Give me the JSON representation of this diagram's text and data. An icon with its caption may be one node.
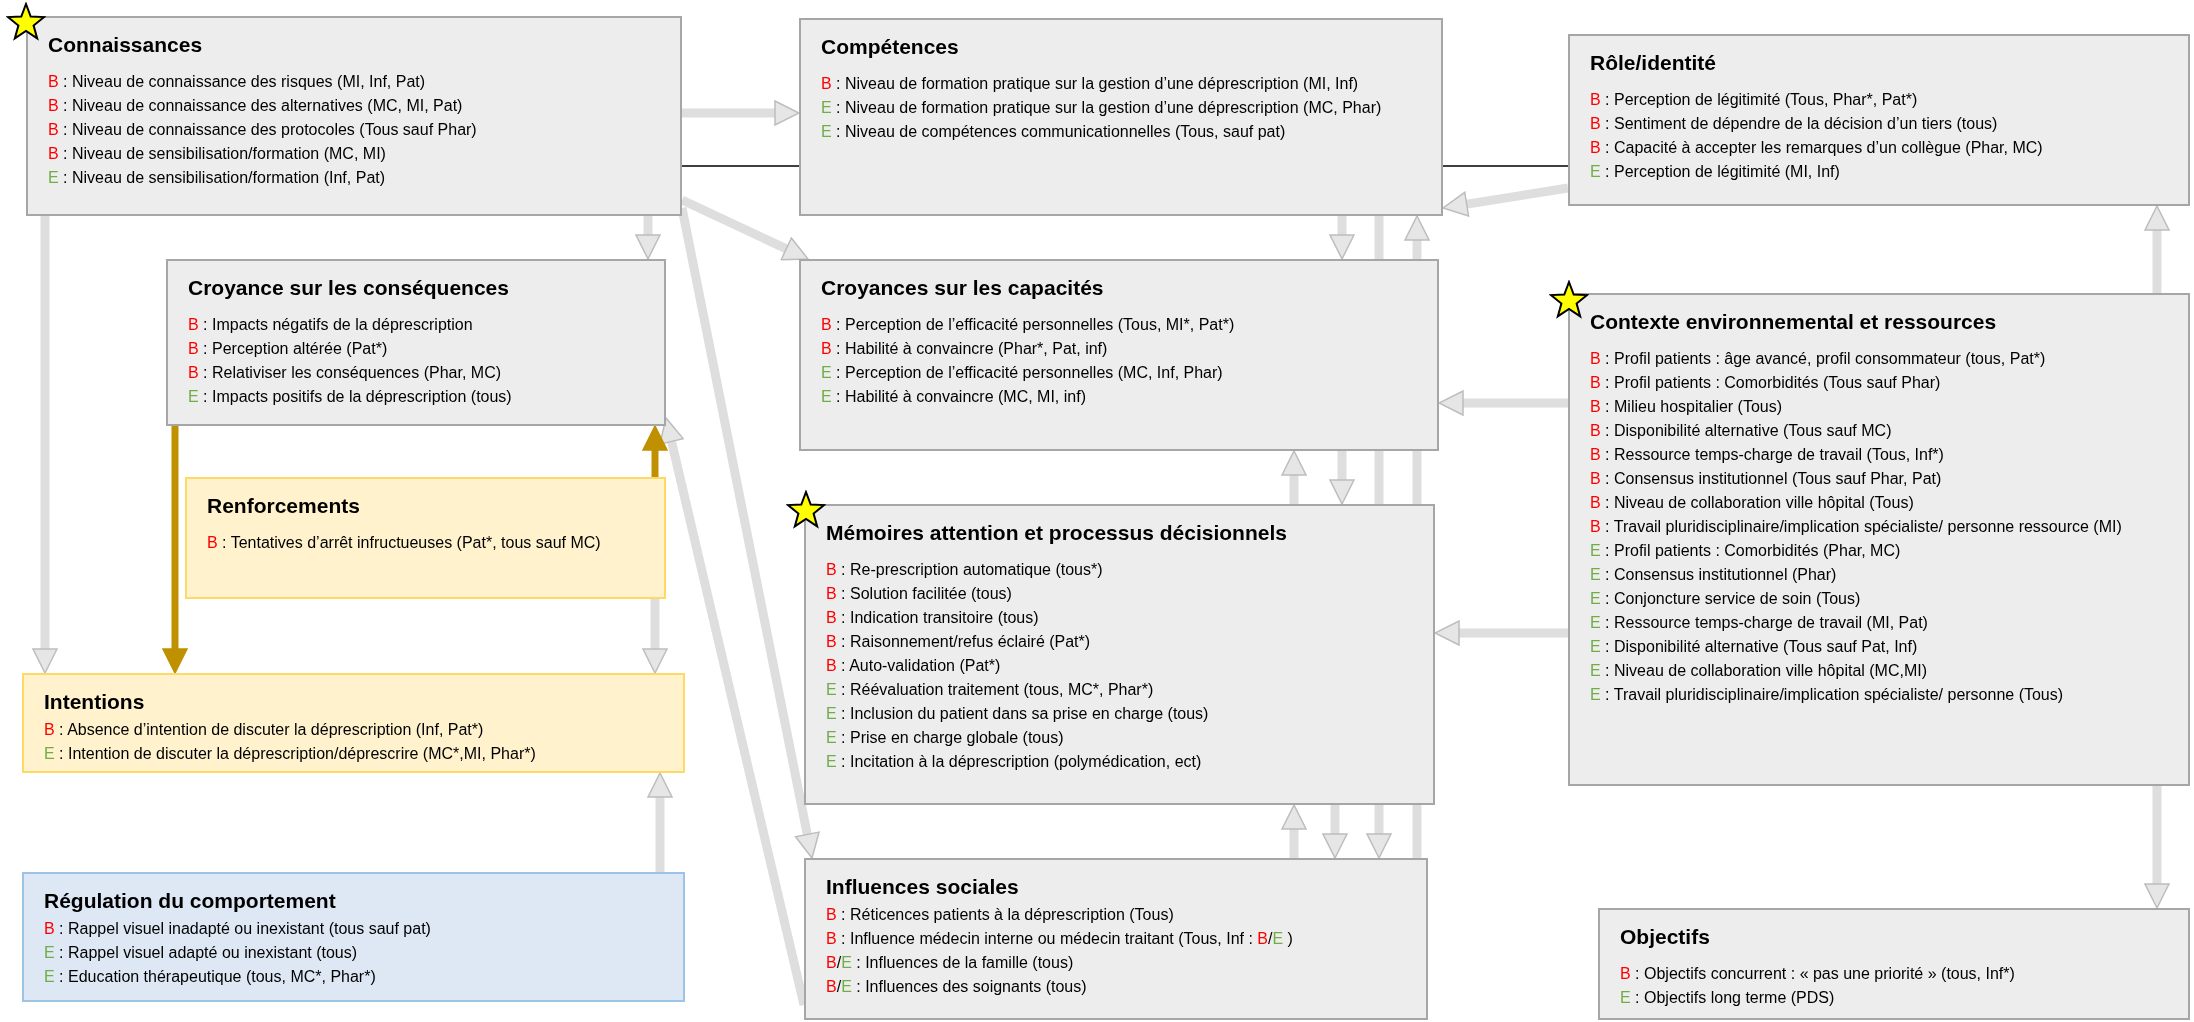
{
  "diagram": {
    "nodes": [
      {
        "text": [
          "Connaissances",
          "B : Niveau de connaissance des risques (MI, Inf, Pat)",
          "B : Niveau de connaissance des alternatives (MC, MI, Pat)",
          "B : Niveau de connaissance des protocoles (Tous sauf Phar)",
          "B :  Niveau de sensibilisation/formation (MC, MI)",
          "E :  Niveau de sensibilisation/formation (Inf, Pat)"
        ]
      },
      {
        "text": [
          "Compétences",
          "B : Niveau de formation pratique sur la gestion d’une déprescription (MI, Inf)",
          "E : Niveau de formation pratique sur la gestion d’une déprescription (MC, Phar)",
          "E :  Niveau de compétences communicationnelles (Tous, sauf pat)"
        ]
      },
      {
        "text": [
          "Rôle/identité",
          "B : Perception de légitimité (Tous, Phar*, Pat*)",
          "B : Sentiment de dépendre de la décision d’un tiers (tous)",
          "B : Capacité à accepter les remarques d’un collègue (Phar, MC)",
          "E :  Perception de légitimité (MI, Inf)"
        ]
      },
      {
        "text": [
          "Croyance sur les conséquences",
          "B : Impacts négatifs de la déprescription",
          "B : Perception altérée (Pat*)",
          "B : Relativiser les conséquences (Phar, MC)",
          "E :  Impacts positifs de la déprescription (tous)"
        ]
      },
      {
        "text": [
          "Croyances sur les capacités",
          "B : Perception de l’efficacité personnelles (Tous, MI*, Pat*)",
          "B : Habilité à convaincre (Phar*, Pat, inf)",
          "E :  Perception de l’efficacité personnelles (MC, Inf, Phar)",
          "E : Habilité à convaincre (MC, MI, inf)"
        ]
      },
      {
        "text": [
          "Contexte environnemental et ressources",
          "B : Profil patients : âge avancé, profil consommateur (tous, Pat*)",
          "B : Profil patients : Comorbidités (Tous sauf Phar)",
          "B : Milieu hospitalier (Tous)",
          "B : Disponibilité alternative (Tous sauf MC)",
          "B :  Ressource temps-charge de travail (Tous, Inf*)",
          "B : Consensus institutionnel (Tous sauf Phar, Pat)",
          "B : Niveau de collaboration ville hôpital (Tous)",
          "B : Travail pluridisciplinaire/implication spécialiste/ personne ressource (MI)",
          "E : Profil patients : Comorbidités (Phar, MC)",
          "E : Consensus institutionnel (Phar)",
          "E :  Conjoncture service de soin (Tous)",
          "E :  Ressource temps-charge de travail (MI, Pat)",
          "E :  Disponibilité alternative (Tous sauf Pat, Inf)",
          "E :  Niveau de collaboration ville hôpital (MC,MI)",
          "E :  Travail pluridisciplinaire/implication spécialiste/ personne (Tous)"
        ]
      },
      {
        "text": [
          "Renforcements",
          "B : Tentatives d’arrêt infructueuses (Pat*, tous sauf MC)"
        ]
      },
      {
        "text": [
          "Mémoires attention et processus décisionnels",
          "B : Re-prescription automatique (tous*)",
          "B : Solution facilitée (tous)",
          "B : Indication transitoire (tous)",
          "B : Raisonnement/refus éclairé (Pat*)",
          "B : Auto-validation (Pat*)",
          "E :  Réévaluation traitement (tous, MC*, Phar*)",
          "E :  Inclusion du patient dans sa prise en charge (tous)",
          "E :  Prise en charge globale (tous)",
          "E :  Incitation à la déprescription (polymédication, ect)"
        ]
      },
      {
        "text": [
          "Intentions",
          "B : Absence d’intention de discuter la déprescription (Inf, Pat*)",
          "E : Intention de discuter la déprescription/déprescrire (MC*,MI, Phar*)"
        ]
      },
      {
        "text": [
          "Influences sociales",
          "B : Réticences patients à la déprescription (Tous)",
          "B :  Influence médecin interne ou médecin traitant (Tous, Inf : B/E )",
          "B/E :  Influences de la famille (tous)",
          "B/E :  Influences des soignants (tous)"
        ]
      },
      {
        "text": [
          "Régulation du comportement",
          "B : Rappel visuel inadapté ou inexistant (tous sauf pat)",
          "E : Rappel visuel adapté ou inexistant (tous)",
          "E : Education thérapeutique (tous, MC*, Phar*)"
        ]
      },
      {
        "text": [
          "Objectifs",
          "B : Objectifs concurrent : « pas une priorité » (tous, Inf*)",
          "E :  Objectifs long terme (PDS)"
        ]
      }
    ],
    "edges": [
      {
        "from": 0,
        "to": 1,
        "arrow": "to"
      },
      {
        "from": 0,
        "to": 1,
        "arrow": "none",
        "color": "#000000"
      },
      {
        "from": 1,
        "to": 2,
        "arrow": "none",
        "color": "#000000"
      },
      {
        "from": 0,
        "to": 4,
        "arrow": "to"
      },
      {
        "from": 0,
        "to": 3,
        "arrow": "to"
      },
      {
        "from": 0,
        "to": 8,
        "arrow": "to"
      },
      {
        "from": 0,
        "to": 9,
        "arrow": "to"
      },
      {
        "from": 9,
        "to": 3,
        "arrow": "to"
      },
      {
        "from": 3,
        "to": 8,
        "arrow": "to",
        "color": "#bf9000"
      },
      {
        "from": 6,
        "to": 3,
        "arrow": "to",
        "color": "#bf9000"
      },
      {
        "from": 6,
        "to": 8,
        "arrow": "to"
      },
      {
        "from": 10,
        "to": 8,
        "arrow": "to"
      },
      {
        "from": 1,
        "to": 4,
        "arrow": "to"
      },
      {
        "from": 1,
        "to": 4,
        "arrow": "none"
      },
      {
        "from": 4,
        "to": 1,
        "arrow": "to"
      },
      {
        "from": 7,
        "to": 4,
        "arrow": "to"
      },
      {
        "from": 4,
        "to": 7,
        "arrow": "to"
      },
      {
        "from": 7,
        "to": 9,
        "arrow": "to"
      },
      {
        "from": 9,
        "to": 7,
        "arrow": "to"
      },
      {
        "from": 2,
        "to": 1,
        "arrow": "to"
      },
      {
        "from": 5,
        "to": 4,
        "arrow": "to"
      },
      {
        "from": 5,
        "to": 7,
        "arrow": "to"
      },
      {
        "from": 5,
        "to": 2,
        "arrow": "to"
      },
      {
        "from": 5,
        "to": 11,
        "arrow": "to"
      },
      {
        "from": 4,
        "to": 7,
        "arrow": "none"
      },
      {
        "from": 7,
        "to": 9,
        "arrow": "to"
      },
      {
        "from": 9,
        "to": 7,
        "arrow": "none"
      },
      {
        "from": 7,
        "to": 4,
        "arrow": "none"
      }
    ]
  }
}
